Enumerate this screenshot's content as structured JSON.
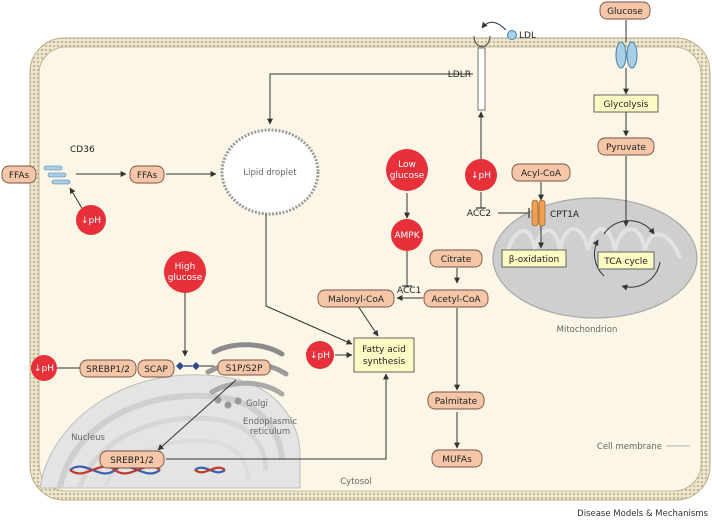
{
  "labels": {
    "glucose": "Glucose",
    "ldl": "LDL",
    "ldlr": "LDLR",
    "glycolysis": "Glycolysis",
    "pyruvate": "Pyruvate",
    "cd36": "CD36",
    "ffas_out": "FFAs",
    "ffas_in": "FFAs",
    "lipid_droplet": "Lipid droplet",
    "low_glucose_1": "Low",
    "low_glucose_2": "glucose",
    "ph_low": "↓pH",
    "acyl_coa": "Acyl-CoA",
    "acc2": "ACC2",
    "cpt1a": "CPT1A",
    "beta_ox": "β-oxidation",
    "tca": "TCA cycle",
    "ampk": "AMPK",
    "citrate": "Citrate",
    "acc1": "ACC1",
    "malonyl": "Malonyl-CoA",
    "acetyl": "Acetyl-CoA",
    "mitochondrion": "Mitochondrion",
    "high_glucose_1": "High",
    "high_glucose_2": "glucose",
    "srebp": "SREBP1/2",
    "scap": "SCAP",
    "s1p": "S1P/S2P",
    "golgi": "Golgi",
    "fas_1": "Fatty acid",
    "fas_2": "synthesis",
    "palmitate": "Palmitate",
    "nucleus": "Nucleus",
    "er_1": "Endoplasmic",
    "er_2": "reticulum",
    "srebp_nuc": "SREBP1/2",
    "mufas": "MUFAs",
    "cell_membrane": "Cell membrane",
    "cytosol": "Cytosol",
    "credit": "Disease Models & Mechanisms"
  },
  "colors": {
    "cell_fill": "#fbf6e6",
    "membrane": "#d4c9a6",
    "substrate_box": "#f6c6a8",
    "process_box": "#fdfbc4",
    "red_circle": "#e8303a",
    "mitochondrion": "#cfcfcf",
    "nucleus": "#e6e6e6",
    "transporter": "#a8cfe6"
  }
}
